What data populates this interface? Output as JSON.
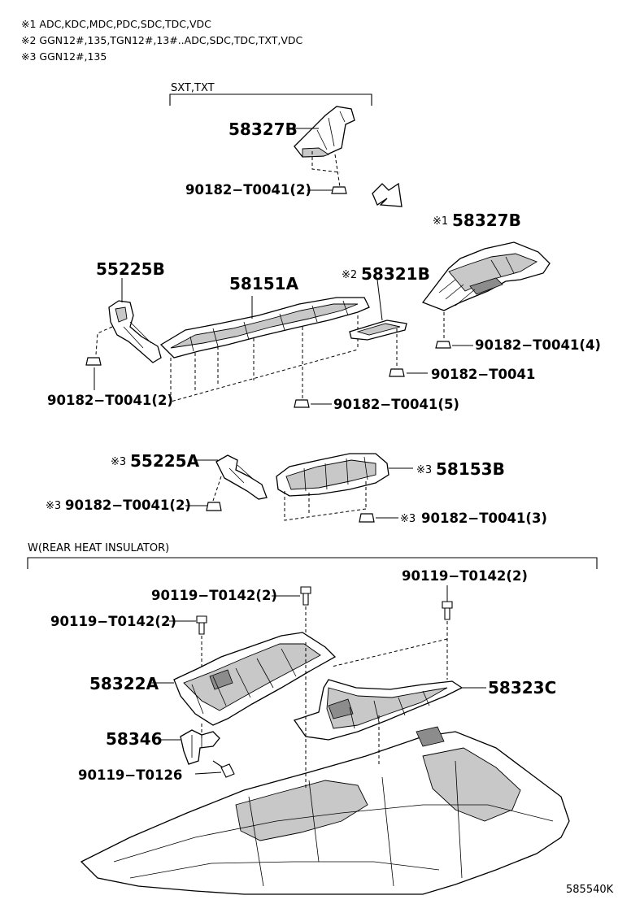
{
  "notes": [
    "※1 ADC,KDC,MDC,PDC,SDC,TDC,VDC",
    "※2 GGN12#,135,TGN12#,13#..ADC,SDC,TDC,TXT,VDC",
    "※3 GGN12#,135"
  ],
  "groups": {
    "top": "SXT,TXT",
    "rear": "W(REAR HEAT INSULATOR)"
  },
  "marks": {
    "m1": "※1",
    "m2": "※2",
    "m3": "※3"
  },
  "parts": {
    "p58327B_top": "58327B",
    "p90182_2_top": "90182−T0041(2)",
    "p58327B_right": "58327B",
    "p55225B": "55225B",
    "p58151A": "58151A",
    "p58321B": "58321B",
    "p90182_4": "90182−T0041(4)",
    "p90182_single": "90182−T0041",
    "p90182_2_left": "90182−T0041(2)",
    "p90182_5": "90182−T0041(5)",
    "p55225A": "55225A",
    "p58153B": "58153B",
    "p90182_2_mid": "90182−T0041(2)",
    "p90182_3": "90182−T0041(3)",
    "p90119_0142_a": "90119−T0142(2)",
    "p90119_0142_b": "90119−T0142(2)",
    "p90119_0142_c": "90119−T0142(2)",
    "p58322A": "58322A",
    "p58323C": "58323C",
    "p58346": "58346",
    "p90119_0126": "90119−T0126"
  },
  "figure_id": "585540K"
}
